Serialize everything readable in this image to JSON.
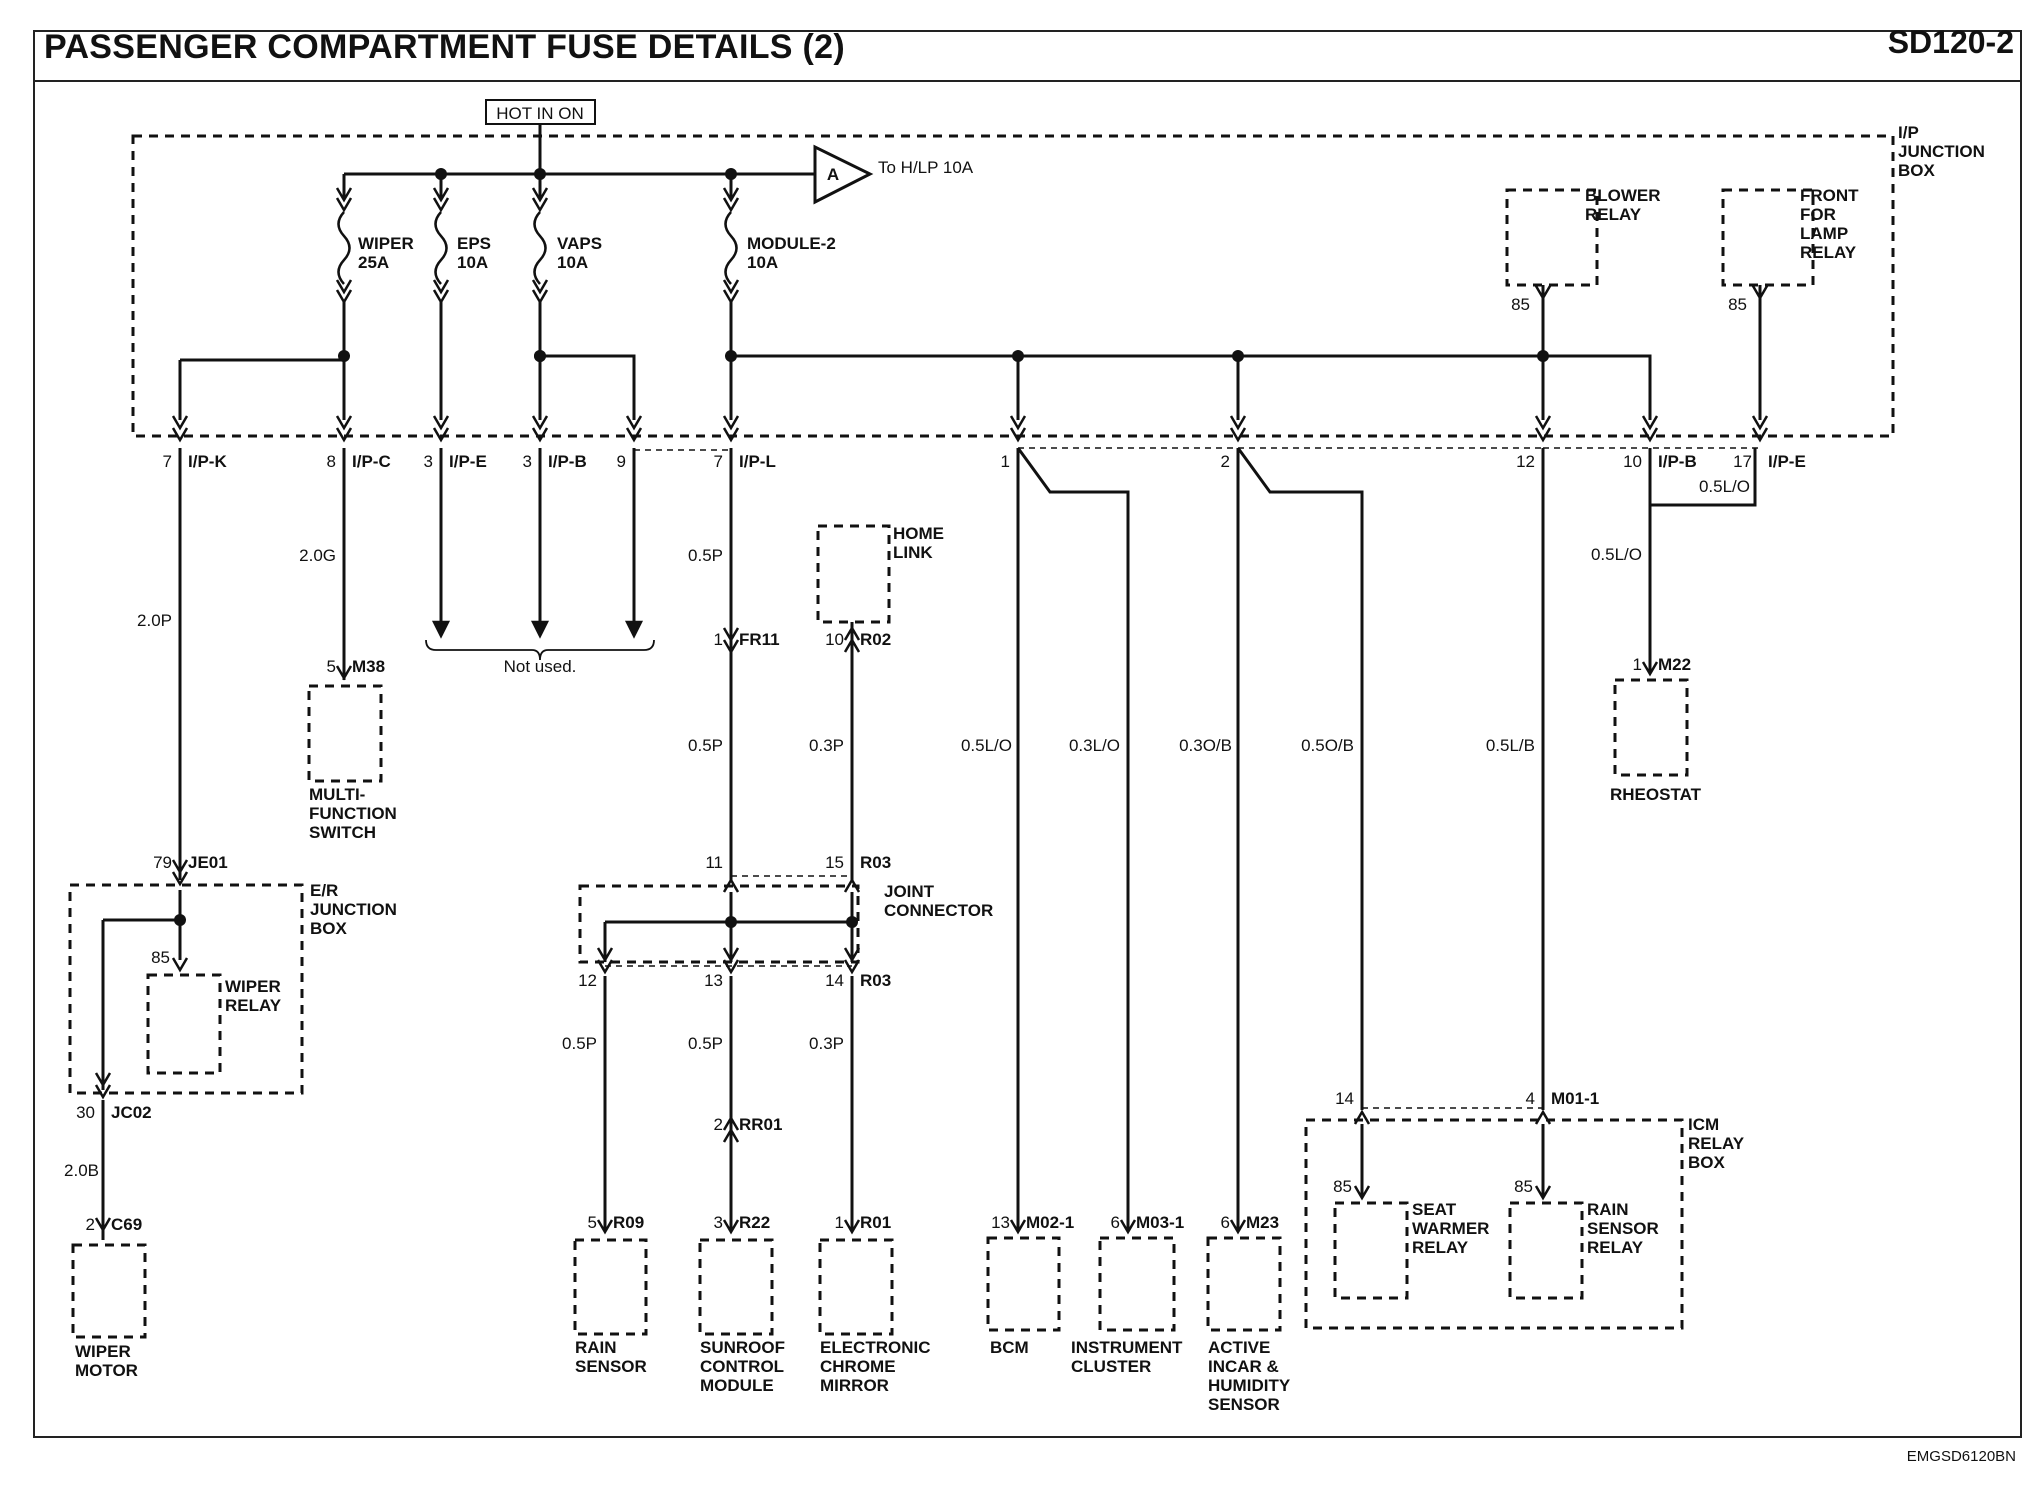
{
  "header": {
    "title": "PASSENGER COMPARTMENT FUSE DETAILS (2)",
    "page_code": "SD120-2"
  },
  "footer": {
    "figure_code": "EMGSD6120BN"
  },
  "power": {
    "label": "HOT IN ON",
    "ref_marker": "A",
    "ref_text": "To H/LP 10A"
  },
  "boxes": {
    "ip_junction": [
      "I/P",
      "JUNCTION",
      "BOX"
    ],
    "er_junction": [
      "E/R",
      "JUNCTION",
      "BOX"
    ],
    "icm_relay": [
      "ICM",
      "RELAY",
      "BOX"
    ],
    "joint_connector": [
      "JOINT",
      "CONNECTOR"
    ]
  },
  "fuses": [
    {
      "name": "WIPER",
      "rating": "25A"
    },
    {
      "name": "EPS",
      "rating": "10A"
    },
    {
      "name": "VAPS",
      "rating": "10A"
    },
    {
      "name": "MODULE-2",
      "rating": "10A"
    }
  ],
  "relays": {
    "blower": [
      "BLOWER",
      "RELAY"
    ],
    "front_lamp": [
      "FRONT",
      "FOR",
      "LAMP",
      "RELAY"
    ],
    "wiper": [
      "WIPER",
      "RELAY"
    ],
    "seat_warmer": [
      "SEAT",
      "WARMER",
      "RELAY"
    ],
    "rain_sensor": [
      "RAIN",
      "SENSOR",
      "RELAY"
    ]
  },
  "pins": {
    "ipk": {
      "num": "7",
      "conn": "I/P-K"
    },
    "ipc": {
      "num": "8",
      "conn": "I/P-C"
    },
    "ipe3": {
      "num": "3",
      "conn": "I/P-E"
    },
    "ipb3": {
      "num": "3",
      "conn": "I/P-B"
    },
    "p9": {
      "num": "9"
    },
    "ipl": {
      "num": "7",
      "conn": "I/P-L"
    },
    "p1": {
      "num": "1"
    },
    "p2": {
      "num": "2"
    },
    "p12": {
      "num": "12"
    },
    "ipb10": {
      "num": "10",
      "conn": "I/P-B"
    },
    "ipe17": {
      "num": "17",
      "conn": "I/P-E"
    },
    "blower85": {
      "num": "85"
    },
    "front85": {
      "num": "85"
    },
    "m38": {
      "num": "5",
      "conn": "M38"
    },
    "fr11": {
      "num": "1",
      "conn": "FR11"
    },
    "r02": {
      "num": "10",
      "conn": "R02"
    },
    "m22": {
      "num": "1",
      "conn": "M22"
    },
    "je01": {
      "num": "79",
      "conn": "JE01"
    },
    "wiper85": {
      "num": "85"
    },
    "jc02": {
      "num": "30",
      "conn": "JC02"
    },
    "c69": {
      "num": "2",
      "conn": "C69"
    },
    "r03a": {
      "num": "11"
    },
    "r03b": {
      "num": "15",
      "conn": "R03"
    },
    "r03c": {
      "num": "12"
    },
    "r03d": {
      "num": "13"
    },
    "r03e": {
      "num": "14",
      "conn": "R03"
    },
    "rr01": {
      "num": "2",
      "conn": "RR01"
    },
    "r09": {
      "num": "5",
      "conn": "R09"
    },
    "r22": {
      "num": "3",
      "conn": "R22"
    },
    "r01": {
      "num": "1",
      "conn": "R01"
    },
    "m021": {
      "num": "13",
      "conn": "M02-1"
    },
    "m031": {
      "num": "6",
      "conn": "M03-1"
    },
    "m23": {
      "num": "6",
      "conn": "M23"
    },
    "icm14": {
      "num": "14"
    },
    "m011": {
      "num": "4",
      "conn": "M01-1"
    },
    "seat85": {
      "num": "85"
    },
    "rain85": {
      "num": "85"
    }
  },
  "wires": {
    "w_ipc": "2.0G",
    "w_ipk": "2.0P",
    "w_ipl_a": "0.5P",
    "w_ipl_b": "0.5P",
    "w_homelink": "0.3P",
    "w_bcm": "0.5L/O",
    "w_cluster": "0.3L/O",
    "w_incar": "0.3O/B",
    "w_icm14": "0.5O/B",
    "w_icm4": "0.5L/B",
    "w_rheo_a": "0.5L/O",
    "w_rheo_b": "0.5L/O",
    "w_wiper_motor": "2.0B",
    "w_rain": "0.5P",
    "w_sunroof": "0.5P",
    "w_mirror": "0.3P"
  },
  "not_used": "Not used.",
  "components": {
    "home_link": [
      "HOME",
      "LINK"
    ],
    "multi_function_switch": [
      "MULTI-",
      "FUNCTION",
      "SWITCH"
    ],
    "rheostat": [
      "RHEOSTAT"
    ],
    "wiper_motor": [
      "WIPER",
      "MOTOR"
    ],
    "rain_sensor": [
      "RAIN",
      "SENSOR"
    ],
    "sunroof_module": [
      "SUNROOF",
      "CONTROL",
      "MODULE"
    ],
    "ec_mirror": [
      "ELECTRONIC",
      "CHROME",
      "MIRROR"
    ],
    "bcm": [
      "BCM"
    ],
    "instrument_cluster": [
      "INSTRUMENT",
      "CLUSTER"
    ],
    "incar_sensor": [
      "ACTIVE",
      "INCAR &",
      "HUMIDITY",
      "SENSOR"
    ]
  }
}
